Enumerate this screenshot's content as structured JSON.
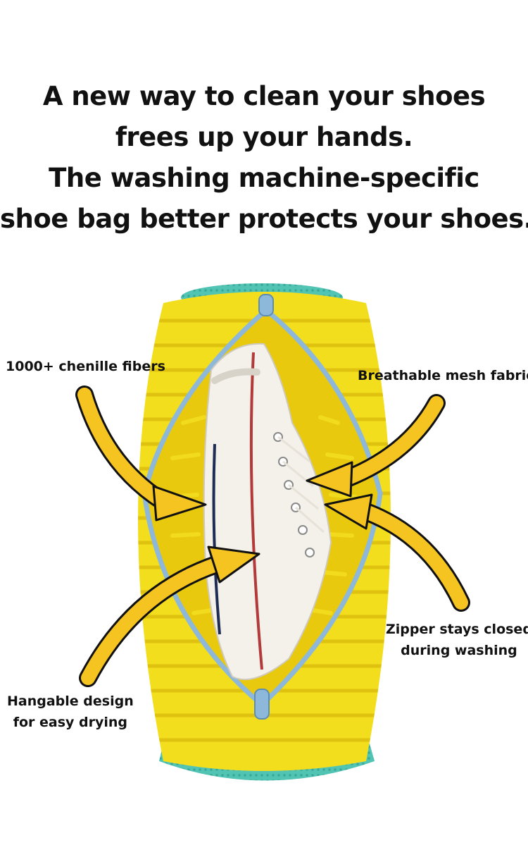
{
  "headline": {
    "lines": [
      "A new way to clean your shoes",
      "frees up your hands.",
      "The washing machine-specific",
      "shoe bag better protects your shoes."
    ]
  },
  "callouts": {
    "chenille": {
      "lines": [
        "1000+ chenille fibers"
      ]
    },
    "mesh": {
      "lines": [
        "Breathable mesh fabric"
      ]
    },
    "zipper": {
      "lines": [
        "Zipper stays closed",
        "during washing"
      ]
    },
    "hangable": {
      "lines": [
        "Hangable design",
        "for easy drying"
      ]
    }
  },
  "colors": {
    "chenille_yellow": "#F3DE1E",
    "chenille_shadow": "#D9B90C",
    "mesh_teal": "#52C4B4",
    "zipper_blue": "#8EB8DA",
    "arrow_yellow": "#F5C420",
    "arrow_outline": "#111111",
    "shoe_white": "#F4F1EA",
    "stripe_red": "#B23A3A",
    "stripe_navy": "#1F2D55"
  },
  "icons": {
    "product": "shoe-wash-bag-illustration",
    "arrow": "curved-pointer-arrow"
  }
}
